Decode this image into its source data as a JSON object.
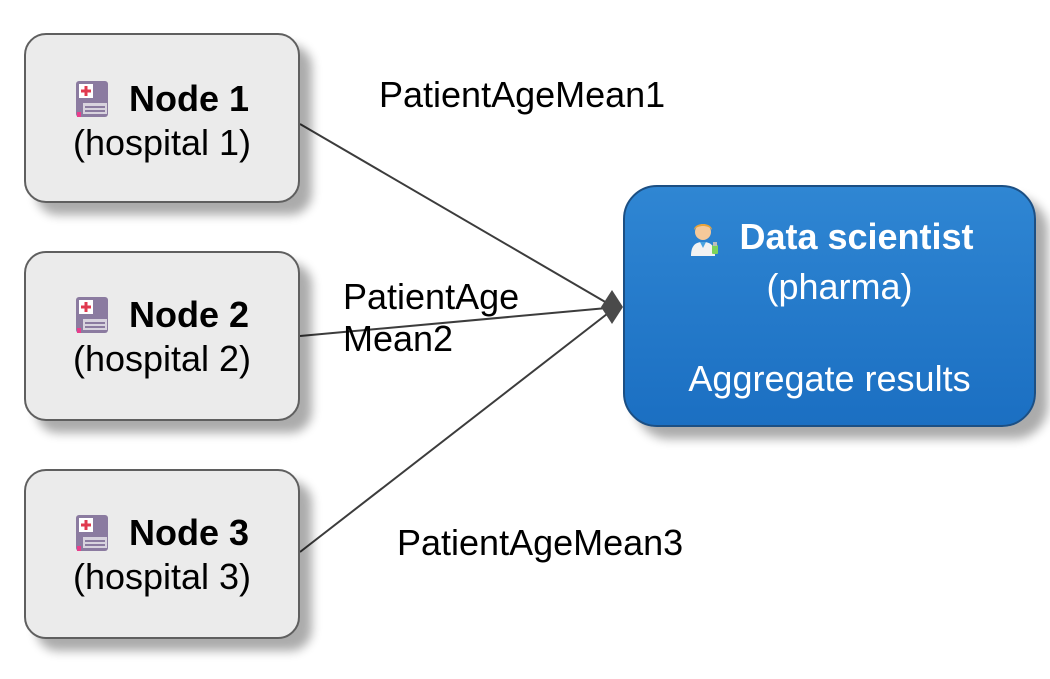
{
  "nodes": [
    {
      "title": "Node 1",
      "subtitle": "(hospital 1)",
      "icon": "hospital-icon"
    },
    {
      "title": "Node 2",
      "subtitle": "(hospital 2)",
      "icon": "hospital-icon"
    },
    {
      "title": "Node 3",
      "subtitle": "(hospital 3)",
      "icon": "hospital-icon"
    }
  ],
  "target": {
    "title": "Data scientist",
    "subtitle": "(pharma)",
    "action": "Aggregate results",
    "icon": "scientist-icon"
  },
  "edges": [
    {
      "label": "PatientAgeMean1"
    },
    {
      "label": "PatientAgeMean2"
    },
    {
      "label": "PatientAgeMean3"
    }
  ],
  "colors": {
    "node_fill": "#ebebeb",
    "node_border": "#5f5f5f",
    "target_fill": "#2379cb",
    "target_border": "#1c4f83",
    "edge": "#3c3c3c"
  }
}
